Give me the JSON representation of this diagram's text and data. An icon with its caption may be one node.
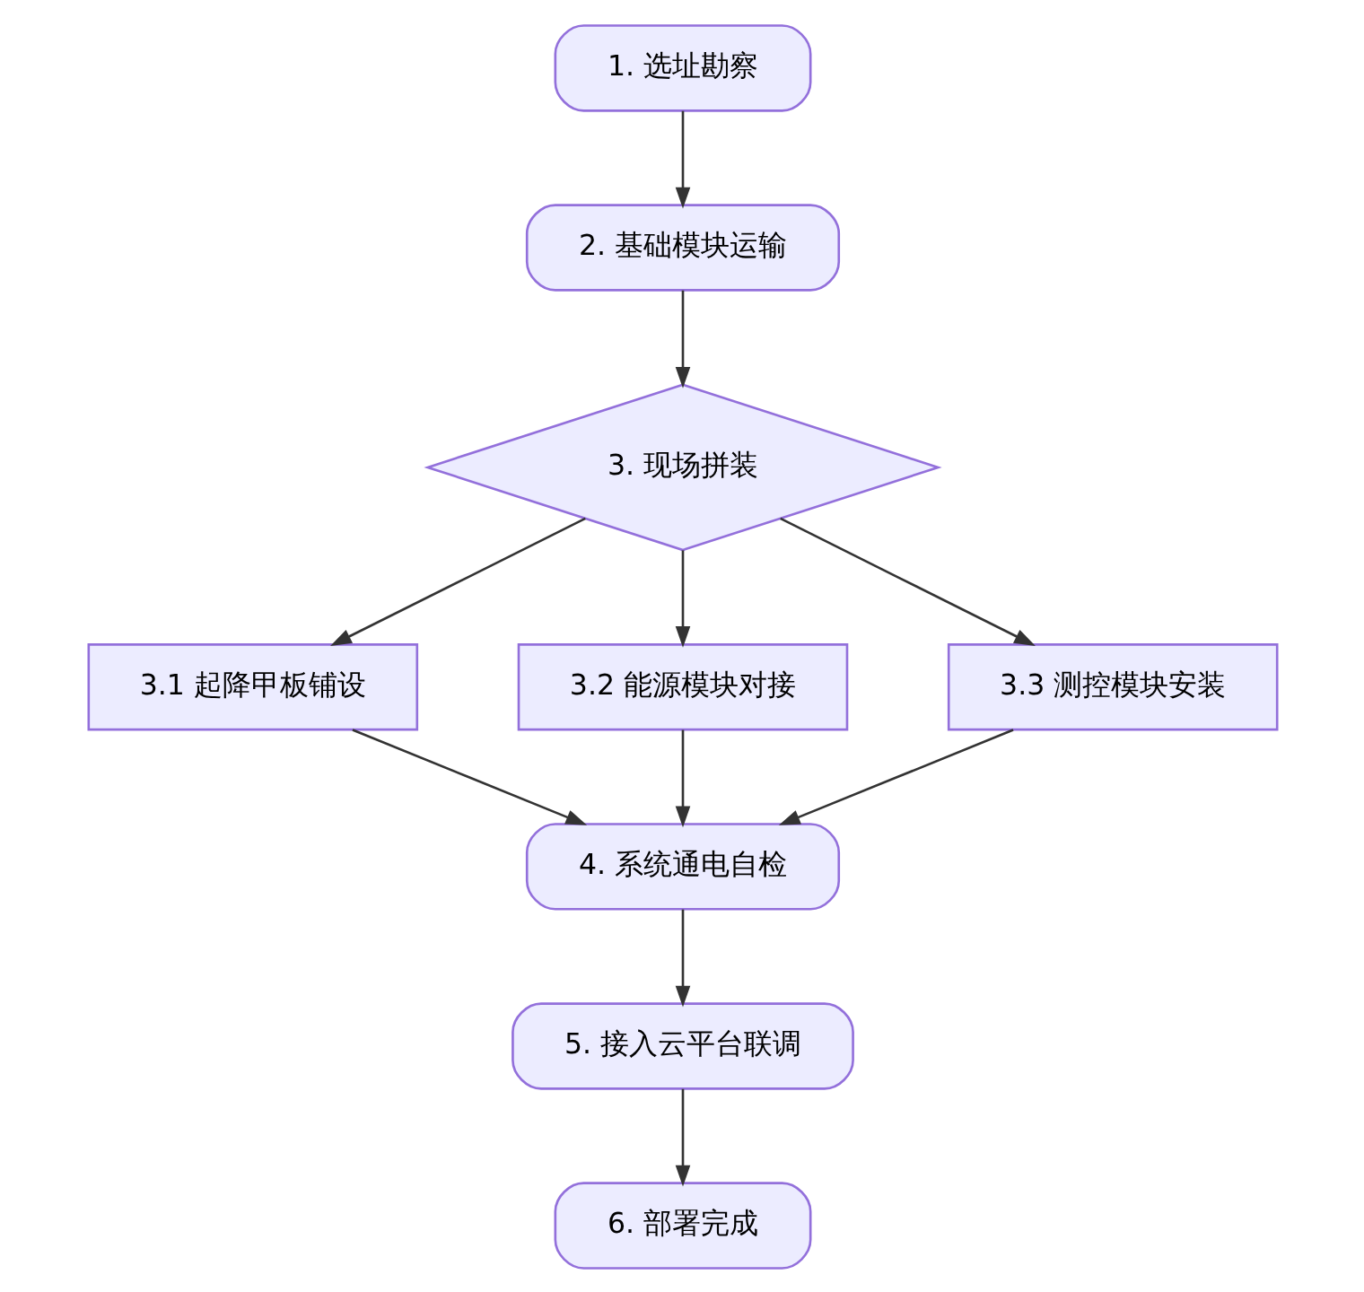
{
  "diagram": {
    "nodes": [
      {
        "text": [
          "1. 选址勘察"
        ]
      },
      {
        "text": [
          "2. 基础模块运输"
        ]
      },
      {
        "text": [
          "3. 现场拼装"
        ]
      },
      {
        "text": [
          "3.1 起降甲板铺设"
        ]
      },
      {
        "text": [
          "3.2 能源模块对接"
        ]
      },
      {
        "text": [
          "3.3 测控模块安装"
        ]
      },
      {
        "text": [
          "4. 系统通电自检"
        ]
      },
      {
        "text": [
          "5. 接入云平台联调"
        ]
      },
      {
        "text": [
          "6. 部署完成"
        ]
      }
    ],
    "edges": [
      {
        "from": 0,
        "to": 1,
        "arrow": "to"
      },
      {
        "from": 1,
        "to": 2,
        "arrow": "to"
      },
      {
        "from": 2,
        "to": 3,
        "arrow": "to"
      },
      {
        "from": 2,
        "to": 4,
        "arrow": "to"
      },
      {
        "from": 2,
        "to": 5,
        "arrow": "to"
      },
      {
        "from": 3,
        "to": 6,
        "arrow": "to"
      },
      {
        "from": 4,
        "to": 6,
        "arrow": "to"
      },
      {
        "from": 5,
        "to": 6,
        "arrow": "to"
      },
      {
        "from": 6,
        "to": 7,
        "arrow": "to"
      },
      {
        "from": 7,
        "to": 8,
        "arrow": "to"
      }
    ]
  }
}
